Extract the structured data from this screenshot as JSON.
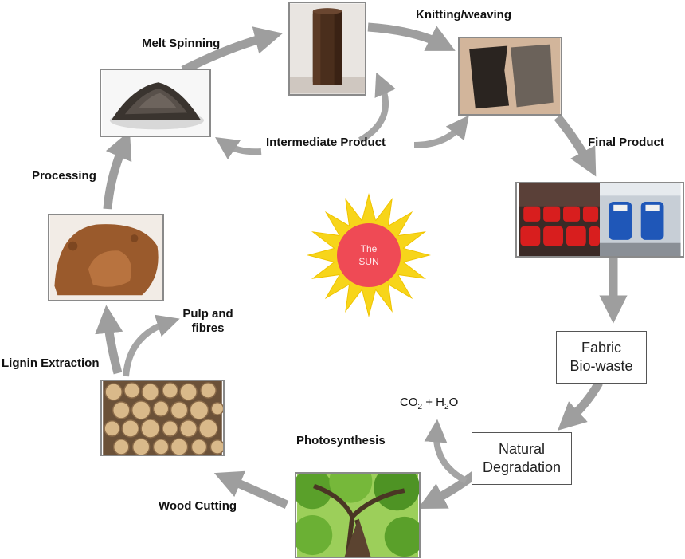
{
  "labels": {
    "melt_spinning": "Melt Spinning",
    "knitting_weaving": "Knitting/weaving",
    "intermediate_product": "Intermediate Product",
    "final_product": "Final Product",
    "processing": "Processing",
    "pulp_line1": "Pulp and",
    "pulp_line2": "fibres",
    "lignin_extraction": "Lignin Extraction",
    "photosynthesis": "Photosynthesis",
    "wood_cutting": "Wood Cutting"
  },
  "boxes": {
    "fabric_line1": "Fabric",
    "fabric_line2": "Bio-waste",
    "degradation_line1": "Natural",
    "degradation_line2": "Degradation"
  },
  "formula": {
    "co": "CO",
    "co_sub": "2",
    "plus": " + H",
    "h_sub": "2",
    "o": "O"
  },
  "sun": {
    "line1": "The",
    "line2": "SUN",
    "ray_color": "#f7d51a",
    "core_color": "#ef4a55"
  },
  "arrow_color": "#9e9e9e"
}
